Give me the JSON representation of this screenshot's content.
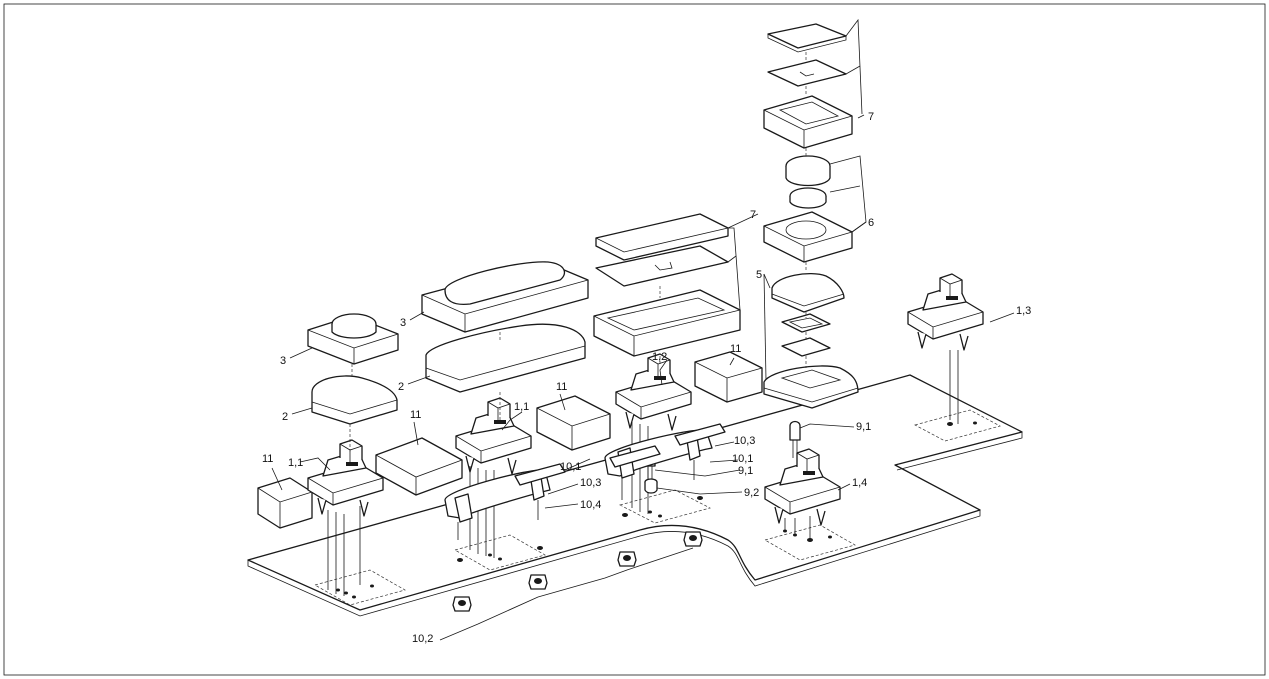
{
  "labels": {
    "l_11_a": "11",
    "l_11_b": "11",
    "l_11_c": "11",
    "l_11_d": "11",
    "l_1_1_a": "1,1",
    "l_1_1_b": "1,1",
    "l_1_2": "1,2",
    "l_1_3": "1,3",
    "l_1_4": "1,4",
    "l_2_a": "2",
    "l_2_b": "2",
    "l_3_a": "3",
    "l_3_b": "3",
    "l_5": "5",
    "l_6": "6",
    "l_7_a": "7",
    "l_7_b": "7",
    "l_9_1_a": "9,1",
    "l_9_1_b": "9,1",
    "l_9_2": "9,2",
    "l_10_1_a": "10,1",
    "l_10_1_b": "10,1",
    "l_10_2": "10,2",
    "l_10_3_a": "10,3",
    "l_10_3_b": "10,3",
    "l_10_4": "10,4"
  }
}
